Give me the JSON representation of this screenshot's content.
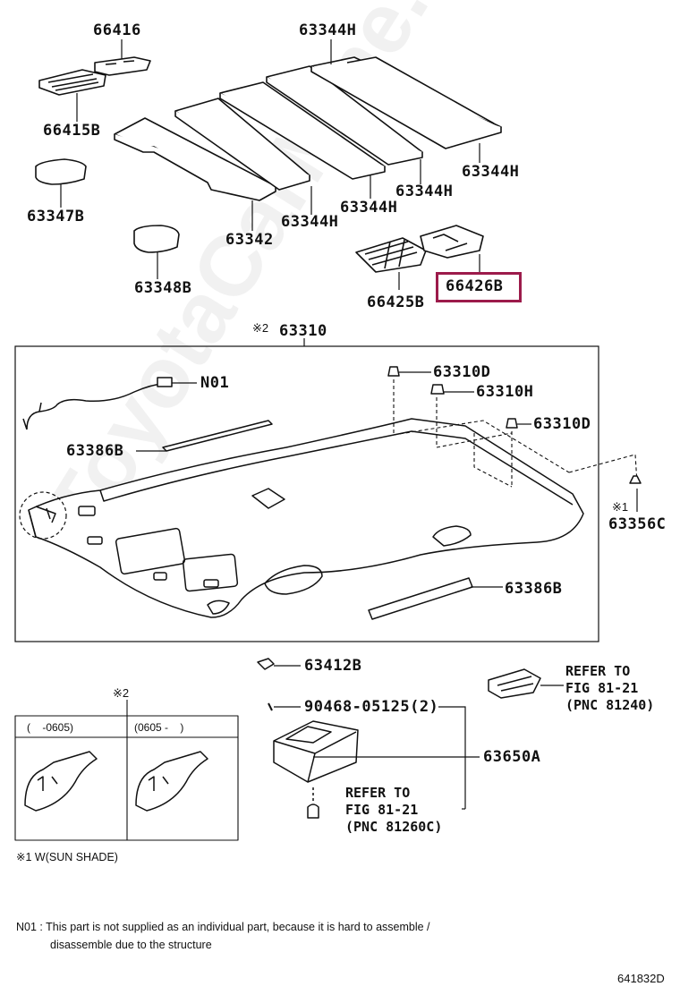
{
  "watermark": "ToyotaCarMine.ru",
  "labels": {
    "p66416": "66416",
    "p63344H_a": "63344H",
    "p66415B": "66415B",
    "p63344H_b": "63344H",
    "p63347B": "63347B",
    "p63344H_c": "63344H",
    "p63344H_d": "63344H",
    "p63342": "63342",
    "p63344H_e": "63344H",
    "p63348B": "63348B",
    "p66426B": "66426B",
    "p66425B": "66425B",
    "p63310_mark": "※2",
    "p63310": "63310",
    "pN01": "N01",
    "p63310D_a": "63310D",
    "p63310H": "63310H",
    "p63310D_b": "63310D",
    "p63386B_a": "63386B",
    "p63356C_mark": "※1",
    "p63356C": "63356C",
    "p63386B_b": "63386B",
    "p63412B": "63412B",
    "p90468": "90468-05125(2)",
    "p63650A": "63650A"
  },
  "refs": {
    "ref_81240": "REFER TO\nFIG 81-21\n(PNC 81240)",
    "ref_81260C": "REFER TO\nFIG 81-21\n(PNC 81260C)"
  },
  "inset": {
    "mark": "※2",
    "col1": "(    -0605)",
    "col2": "(0605 -    )"
  },
  "notes": {
    "sunshade": "※1 W(SUN SHADE)",
    "n01_line1": "N01 : This part is not supplied as an individual part, because it is hard to assemble /",
    "n01_line2": "disassemble due to the structure"
  },
  "figure_id": "641832D",
  "highlight_color": "#9c1b4b"
}
